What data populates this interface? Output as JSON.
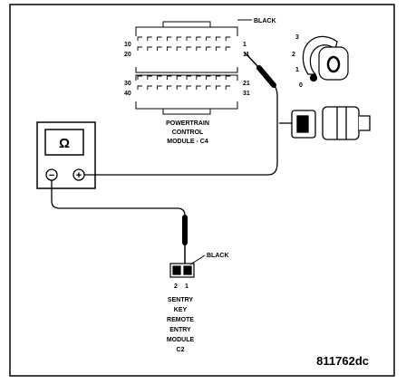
{
  "pcm": {
    "wire_color": "BLACK",
    "pin_labels": {
      "row1_left": "10",
      "row1_right": "1",
      "row2_left": "20",
      "row2_right": "11",
      "row3_left": "30",
      "row3_right": "21",
      "row4_left": "40",
      "row4_right": "31"
    },
    "label_lines": [
      "POWERTRAIN",
      "CONTROL",
      "MODULE - C4"
    ]
  },
  "ignition": {
    "positions": [
      "3",
      "2",
      "1",
      "0"
    ]
  },
  "meter": {
    "symbol": "Ω",
    "negative_symbol": "−",
    "positive_symbol": "+"
  },
  "skrem": {
    "wire_color": "BLACK",
    "pin_labels": [
      "2",
      "1"
    ],
    "label_lines": [
      "SENTRY",
      "KEY",
      "REMOTE",
      "ENTRY",
      "MODULE",
      "C2"
    ]
  },
  "figure_id": "811762dc"
}
